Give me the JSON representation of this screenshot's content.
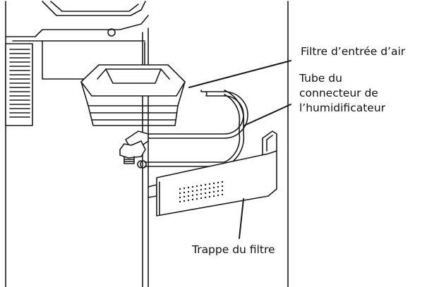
{
  "labels": {
    "air_inlet_filter": "Filtre d’entrée d’air",
    "humidifier_tube": [
      "Tube du",
      "connecteur de",
      "l’humidificateur"
    ],
    "filter_door": "Trappe du filtre"
  },
  "colors": {
    "line": "#1a1a1a",
    "fill": "#ffffff",
    "shadow": "#e6e6e6",
    "text": "#111111"
  }
}
